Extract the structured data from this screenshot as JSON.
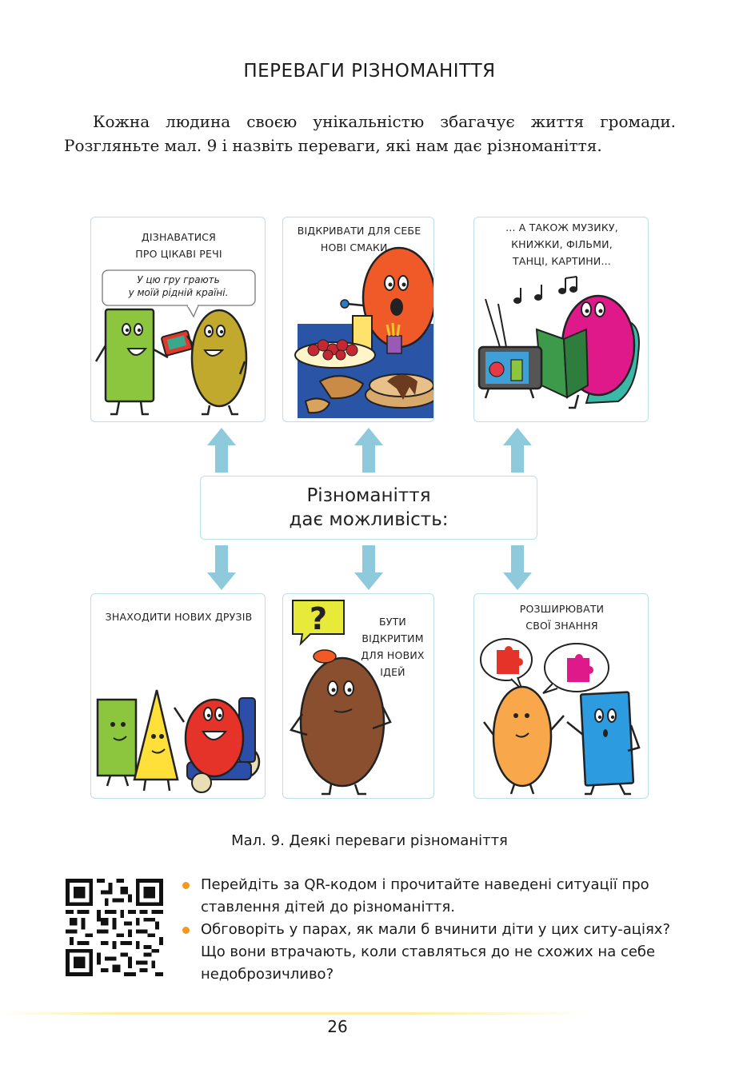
{
  "title": "ПЕРЕВАГИ РІЗНОМАНІТТЯ",
  "intro": "Кожна людина своєю унікальністю збагачує життя громади. Розгляньте мал. 9 і назвіть переваги, які нам дає різноманіття.",
  "panels": {
    "learn": {
      "caption_line1": "ДІЗНАВАТИСЯ",
      "caption_line2": "ПРО ЦІКАВІ РЕЧІ",
      "speech_line1": "У цю гру грають",
      "speech_line2": "у моїй рідній країні."
    },
    "tastes": {
      "caption_line1": "ВІДКРИВАТИ ДЛЯ СЕБЕ",
      "caption_line2": "НОВІ СМАКИ..."
    },
    "music": {
      "caption_line1": "... А ТАКОЖ МУЗИКУ,",
      "caption_line2": "КНИЖКИ, ФІЛЬМИ,",
      "caption_line3": "ТАНЦІ, КАРТИНИ..."
    },
    "friends": {
      "caption_line1": "ЗНАХОДИТИ НОВИХ ДРУЗІВ"
    },
    "ideas": {
      "caption_line1": "БУТИ ВІДКРИТИМ",
      "caption_line2": "ДЛЯ НОВИХ ІДЕЙ",
      "question_mark": "?"
    },
    "knowledge": {
      "caption_line1": "РОЗШИРЮВАТИ",
      "caption_line2": "СВОЇ ЗНАННЯ"
    }
  },
  "center": {
    "line1": "Різноманіття",
    "line2": "дає можливість:"
  },
  "figure_caption": "Мал. 9. Деякі переваги різноманіття",
  "tasks": [
    "Перейдіть за QR-кодом і прочитайте наведені ситуації про ставлення дітей до різноманіття.",
    "Обговоріть у парах, як мали б вчинити діти у цих ситу-аціях? Що вони втрачають, коли ставляться до не схожих на себе недоброзичливо?"
  ],
  "page_number": "26",
  "colors": {
    "border": "#b9dfe8",
    "arrow": "#8ec9dc",
    "bullet": "#f29a1f"
  }
}
